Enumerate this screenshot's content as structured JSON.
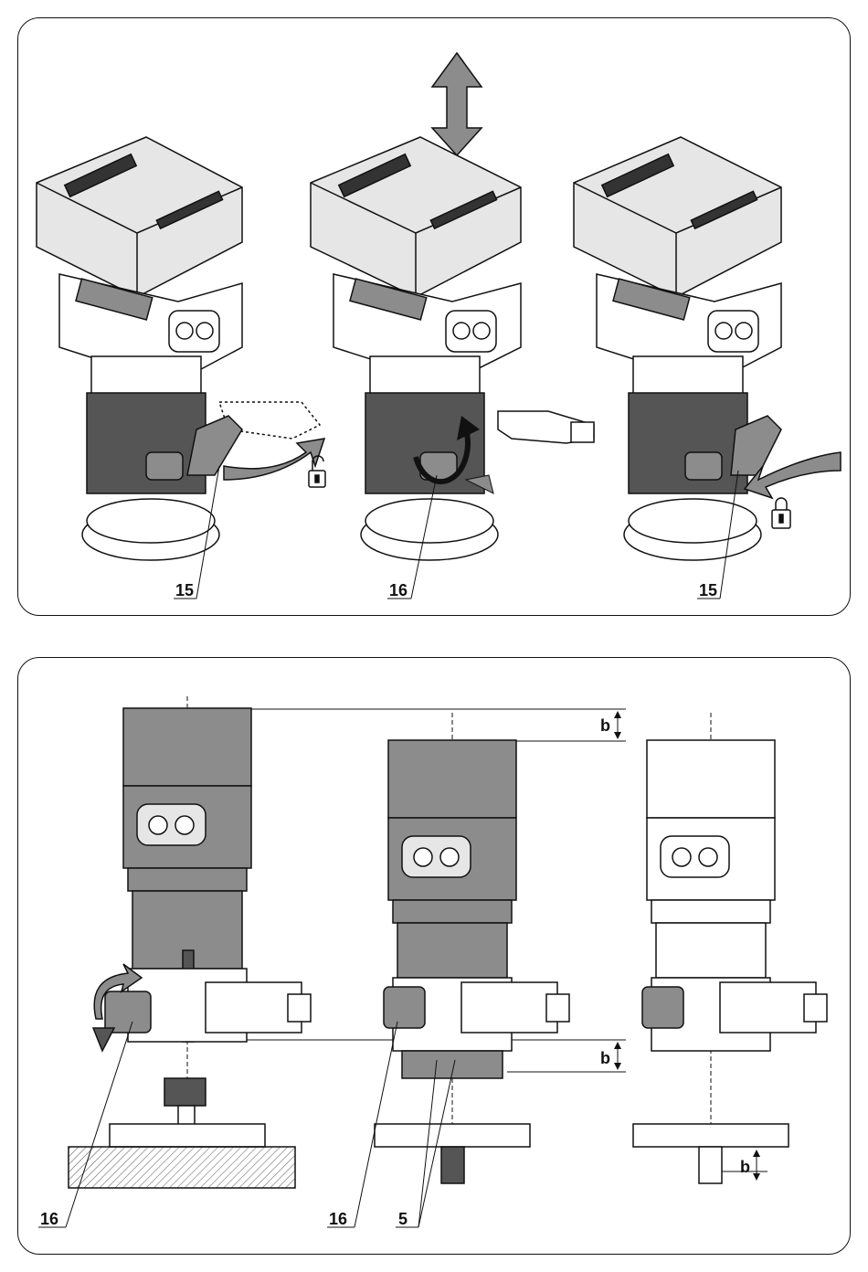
{
  "callouts_top": {
    "left": "15",
    "middle": "16",
    "right": "15"
  },
  "callouts_bottom": {
    "left": "16",
    "middle_a": "16",
    "middle_b": "5"
  },
  "dimension_label": "b",
  "colors": {
    "line": "#111111",
    "fill_gray": "#8c8c8c",
    "fill_light": "#e6e6e6",
    "fill_white": "#ffffff"
  },
  "icons": [
    "unlock-icon",
    "lock-icon",
    "up-down-arrow-icon",
    "rotate-arrow-icon"
  ]
}
